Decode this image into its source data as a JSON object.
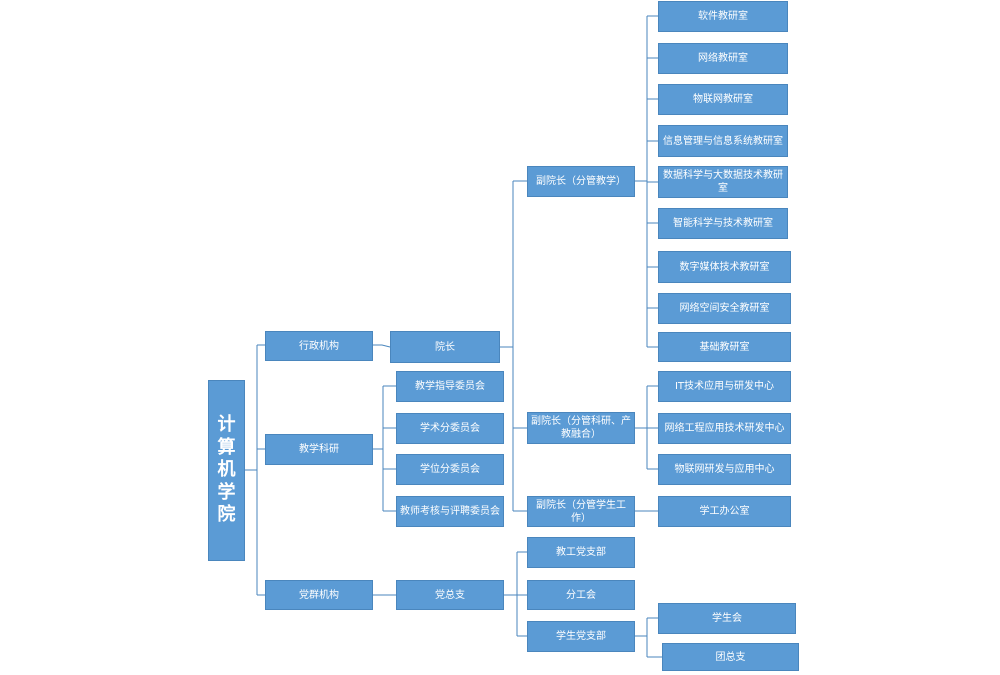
{
  "root": "计算机学院",
  "level1": {
    "admin": "行政机构",
    "teaching": "教学科研",
    "party": "党群机构"
  },
  "dean": "院长",
  "committees": [
    "教学指导委员会",
    "学术分委员会",
    "学位分委员会",
    "教师考核与评聘委员会"
  ],
  "party_branch": "党总支",
  "vice_deans": {
    "teaching": "副院长（分管教学）",
    "research": "副院长（分管科研、产教融合）",
    "students": "副院长（分管学生工作）"
  },
  "teaching_offices": [
    "软件教研室",
    "网络教研室",
    "物联网教研室",
    "信息管理与信息系统教研室",
    "数据科学与大数据技术教研室",
    "智能科学与技术教研室",
    "数字媒体技术教研室",
    "网络空间安全教研室",
    "基础教研室"
  ],
  "research_centers": [
    "IT技术应用与研发中心",
    "网络工程应用技术研发中心",
    "物联网研发与应用中心"
  ],
  "student_office": "学工办公室",
  "party_units": {
    "staff_branch": "教工党支部",
    "union": "分工会",
    "student_branch": "学生党支部"
  },
  "student_orgs": [
    "学生会",
    "团总支"
  ],
  "colors": {
    "node_fill": "#5b9bd5",
    "node_border": "#4a86bd",
    "connector": "#4a86bd",
    "text": "#ffffff"
  }
}
